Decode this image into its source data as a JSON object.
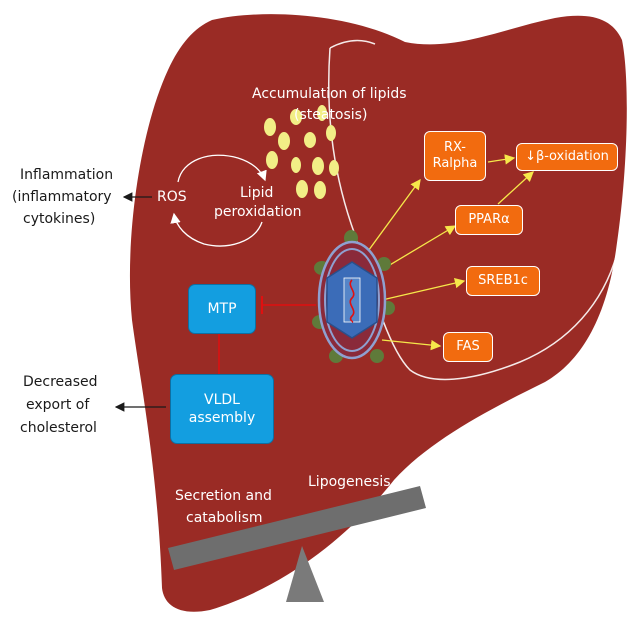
{
  "colors": {
    "liver": "#9a2b25",
    "orange_box": "#f26b0f",
    "blue_box": "#139ee0",
    "arrow_yellow": "#f6e84a",
    "inhibit_red": "#e01010",
    "lipid_droplet": "#f2ee86",
    "seesaw": "#7a7a7a"
  },
  "labels": {
    "accumulation": "Accumulation of lipids",
    "steatosis": "(steatosis)",
    "inflammation": "Inflammation",
    "inflammatory_cytokines": "(inflammatory",
    "cytokines": "cytokines)",
    "ros": "ROS",
    "lipid": "Lipid",
    "peroxidation": "peroxidation",
    "decreased": "Decreased",
    "export_of": "export of",
    "cholesterol": "cholesterol",
    "lipogenesis": "Lipogenesis",
    "secretion_and": "Secretion and",
    "catabolism": "catabolism"
  },
  "boxes": {
    "rxralpha_line1": "RX-",
    "rxralpha_line2": "Ralpha",
    "beta_oxidation": "↓β-oxidation",
    "ppar": "PPARα",
    "sreb1c": "SREB1c",
    "fas": "FAS",
    "mtp": "MTP",
    "vldl_line1": "VLDL",
    "vldl_line2": "assembly"
  }
}
